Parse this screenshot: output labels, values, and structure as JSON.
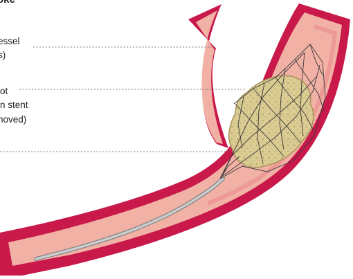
{
  "diagram": {
    "heading": "oke",
    "labels": {
      "vessel_line1": "essel",
      "vessel_line2": "s)",
      "clot_line1": "lot",
      "clot_line2": "in stent",
      "clot_line3": "noved)"
    },
    "colors": {
      "vessel_wall": "#c8194a",
      "vessel_lumen": "#f2b1a5",
      "clot_fill": "#d9cb92",
      "catheter": "#b7b7b7",
      "leader_line": "#777777"
    }
  }
}
